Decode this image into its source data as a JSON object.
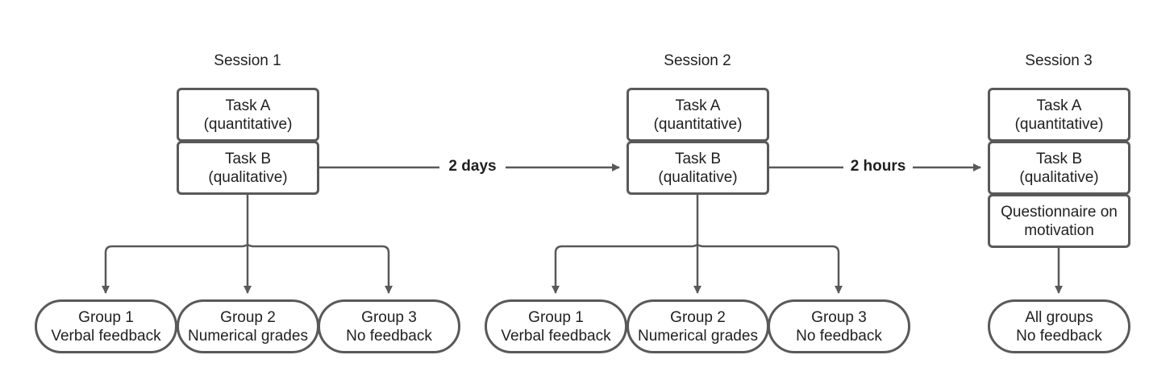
{
  "sessions": [
    {
      "title": "Session 1",
      "tasks": [
        {
          "line1": "Task A",
          "line2": "(quantitative)"
        },
        {
          "line1": "Task B",
          "line2": "(qualitative)"
        }
      ],
      "groups": [
        {
          "line1": "Group 1",
          "line2": "Verbal feedback"
        },
        {
          "line1": "Group 2",
          "line2": "Numerical grades"
        },
        {
          "line1": "Group 3",
          "line2": "No feedback"
        }
      ]
    },
    {
      "title": "Session 2",
      "tasks": [
        {
          "line1": "Task A",
          "line2": "(quantitative)"
        },
        {
          "line1": "Task B",
          "line2": "(qualitative)"
        }
      ],
      "groups": [
        {
          "line1": "Group 1",
          "line2": "Verbal feedback"
        },
        {
          "line1": "Group 2",
          "line2": "Numerical grades"
        },
        {
          "line1": "Group 3",
          "line2": "No feedback"
        }
      ]
    },
    {
      "title": "Session 3",
      "tasks": [
        {
          "line1": "Task A",
          "line2": "(quantitative)"
        },
        {
          "line1": "Task B",
          "line2": "(qualitative)"
        },
        {
          "line1": "Questionnaire on",
          "line2": "motivation"
        }
      ],
      "groups": [
        {
          "line1": "All groups",
          "line2": "No feedback"
        }
      ]
    }
  ],
  "gaps": [
    {
      "label": "2 days"
    },
    {
      "label": "2 hours"
    }
  ],
  "colors": {
    "stroke": "#595959",
    "text": "#1f1f1f",
    "background": "#ffffff"
  }
}
